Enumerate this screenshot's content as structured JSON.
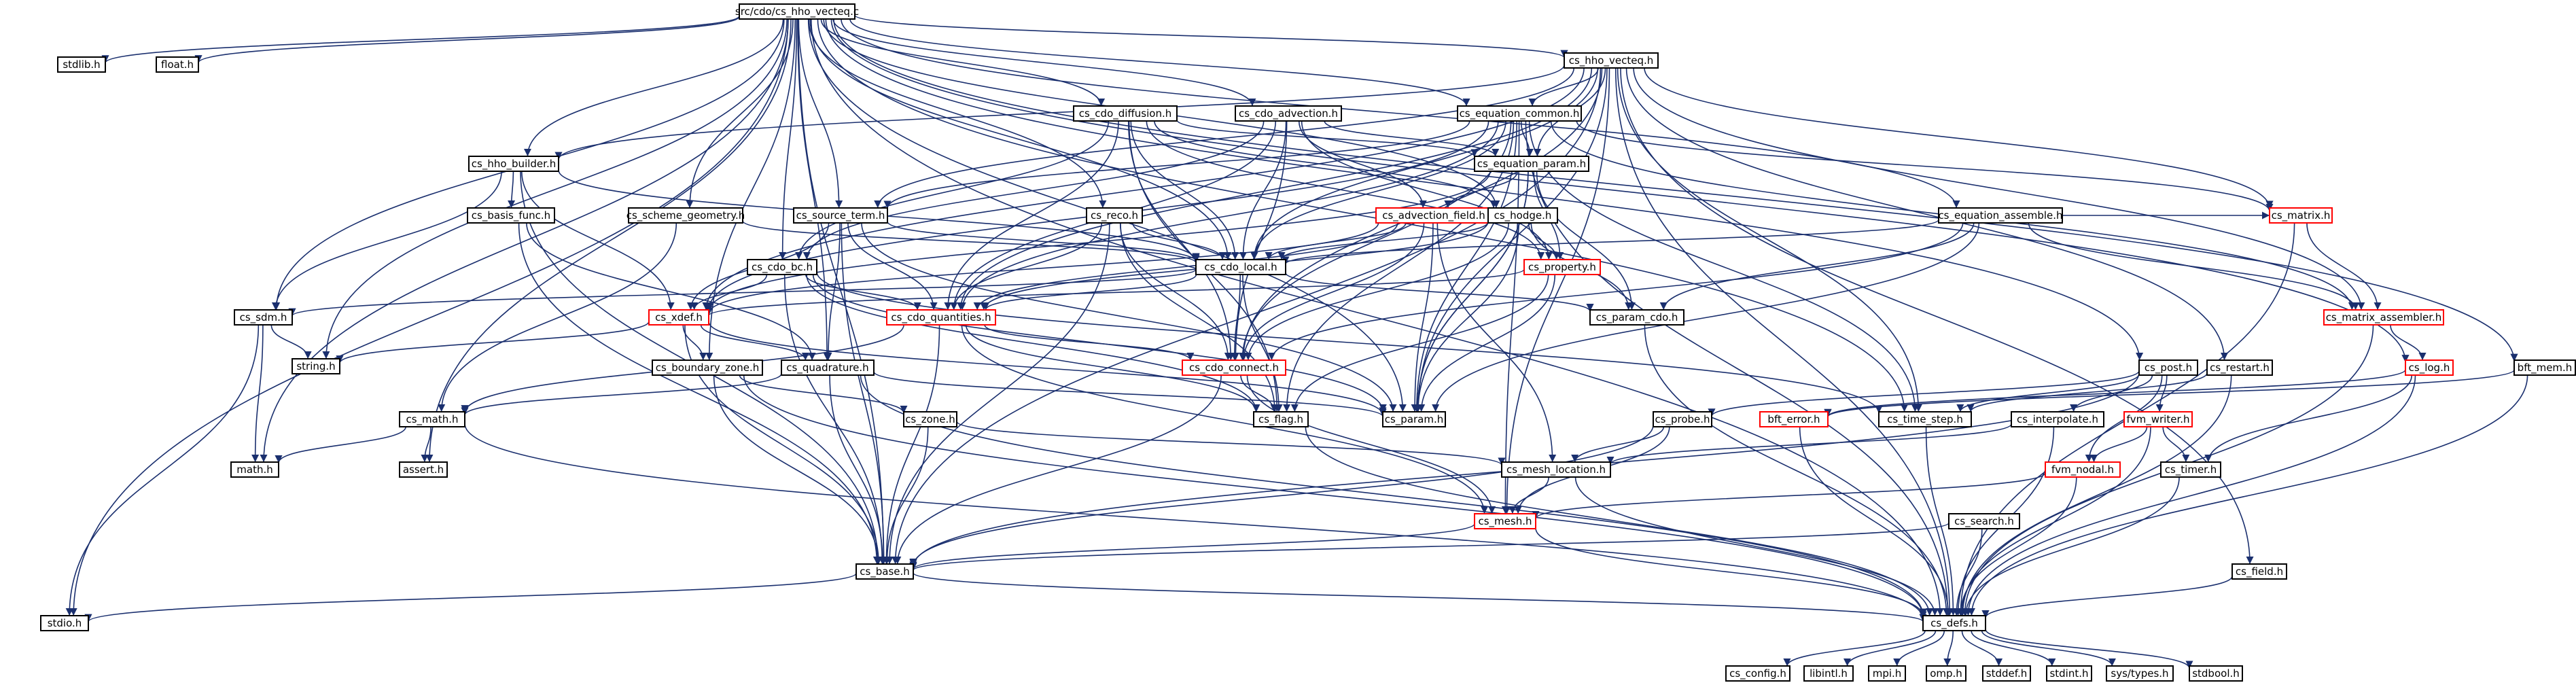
{
  "colors": {
    "edge": "#1a2f6e",
    "node_border_normal": "#000000",
    "node_border_truncated": "#ff0000",
    "root_fill": "#bfbfbf",
    "text": "#000000",
    "background": "#ffffff"
  },
  "nodes": {
    "root": {
      "label": "src/cdo/cs_hho_vecteq.c"
    },
    "stdlib": {
      "label": "stdlib.h"
    },
    "float": {
      "label": "float.h"
    },
    "hho_vecteq_h": {
      "label": "cs_hho_vecteq.h"
    },
    "cdo_diffusion": {
      "label": "cs_cdo_diffusion.h"
    },
    "cdo_advection": {
      "label": "cs_cdo_advection.h"
    },
    "equation_common": {
      "label": "cs_equation_common.h"
    },
    "hho_builder": {
      "label": "cs_hho_builder.h"
    },
    "equation_param": {
      "label": "cs_equation_param.h"
    },
    "basis_func": {
      "label": "cs_basis_func.h"
    },
    "scheme_geometry": {
      "label": "cs_scheme_geometry.h"
    },
    "source_term": {
      "label": "cs_source_term.h"
    },
    "reco": {
      "label": "cs_reco.h"
    },
    "advection_field": {
      "label": "cs_advection_field.h"
    },
    "hodge": {
      "label": "cs_hodge.h"
    },
    "equation_assemble": {
      "label": "cs_equation_assemble.h"
    },
    "cdo_bc": {
      "label": "cs_cdo_bc.h"
    },
    "cdo_local": {
      "label": "cs_cdo_local.h"
    },
    "property": {
      "label": "cs_property.h"
    },
    "matrix": {
      "label": "cs_matrix.h"
    },
    "sdm": {
      "label": "cs_sdm.h"
    },
    "xdef": {
      "label": "cs_xdef.h"
    },
    "cdo_quantities": {
      "label": "cs_cdo_quantities.h"
    },
    "param_cdo": {
      "label": "cs_param_cdo.h"
    },
    "matrix_assembler": {
      "label": "cs_matrix_assembler.h"
    },
    "string": {
      "label": "string.h"
    },
    "boundary_zone": {
      "label": "cs_boundary_zone.h"
    },
    "quadrature": {
      "label": "cs_quadrature.h"
    },
    "cdo_connect": {
      "label": "cs_cdo_connect.h"
    },
    "post": {
      "label": "cs_post.h"
    },
    "restart": {
      "label": "cs_restart.h"
    },
    "log": {
      "label": "cs_log.h"
    },
    "bft_mem": {
      "label": "bft_mem.h"
    },
    "math": {
      "label": "cs_math.h"
    },
    "zone": {
      "label": "cs_zone.h"
    },
    "flag": {
      "label": "cs_flag.h"
    },
    "param": {
      "label": "cs_param.h"
    },
    "probe": {
      "label": "cs_probe.h"
    },
    "bft_error": {
      "label": "bft_error.h"
    },
    "time_step": {
      "label": "cs_time_step.h"
    },
    "interpolate": {
      "label": "cs_interpolate.h"
    },
    "fvm_writer": {
      "label": "fvm_writer.h"
    },
    "assert": {
      "label": "assert.h"
    },
    "math_h": {
      "label": "math.h"
    },
    "mesh_location": {
      "label": "cs_mesh_location.h"
    },
    "fvm_nodal": {
      "label": "fvm_nodal.h"
    },
    "timer": {
      "label": "cs_timer.h"
    },
    "mesh": {
      "label": "cs_mesh.h"
    },
    "search": {
      "label": "cs_search.h"
    },
    "base": {
      "label": "cs_base.h"
    },
    "field": {
      "label": "cs_field.h"
    },
    "stdio": {
      "label": "stdio.h"
    },
    "defs": {
      "label": "cs_defs.h"
    },
    "config": {
      "label": "cs_config.h"
    },
    "libintl": {
      "label": "libintl.h"
    },
    "mpi": {
      "label": "mpi.h"
    },
    "omp": {
      "label": "omp.h"
    },
    "stddef": {
      "label": "stddef.h"
    },
    "stdint": {
      "label": "stdint.h"
    },
    "systypes": {
      "label": "sys/types.h"
    },
    "stdbool": {
      "label": "stdbool.h"
    }
  },
  "edges": [
    [
      "root",
      "stdlib"
    ],
    [
      "root",
      "float"
    ],
    [
      "root",
      "hho_vecteq_h"
    ],
    [
      "root",
      "cdo_diffusion"
    ],
    [
      "root",
      "cdo_advection"
    ],
    [
      "root",
      "equation_common"
    ],
    [
      "root",
      "hho_builder"
    ],
    [
      "root",
      "scheme_geometry"
    ],
    [
      "root",
      "source_term"
    ],
    [
      "root",
      "reco"
    ],
    [
      "root",
      "hodge"
    ],
    [
      "root",
      "equation_assemble"
    ],
    [
      "root",
      "cdo_bc"
    ],
    [
      "root",
      "sdm"
    ],
    [
      "root",
      "string"
    ],
    [
      "root",
      "quadrature"
    ],
    [
      "root",
      "boundary_zone"
    ],
    [
      "root",
      "post"
    ],
    [
      "root",
      "log"
    ],
    [
      "root",
      "bft_mem"
    ],
    [
      "root",
      "math_h"
    ],
    [
      "root",
      "assert"
    ],
    [
      "root",
      "base"
    ],
    [
      "root",
      "stdio"
    ],
    [
      "root",
      "defs"
    ],
    [
      "root",
      "param"
    ],
    [
      "root",
      "time_step"
    ],
    [
      "root",
      "cdo_local"
    ],
    [
      "hho_vecteq_h",
      "equation_common"
    ],
    [
      "hho_vecteq_h",
      "equation_param"
    ],
    [
      "hho_vecteq_h",
      "hho_builder"
    ],
    [
      "hho_vecteq_h",
      "source_term"
    ],
    [
      "hho_vecteq_h",
      "cdo_local"
    ],
    [
      "hho_vecteq_h",
      "cdo_quantities"
    ],
    [
      "hho_vecteq_h",
      "cdo_connect"
    ],
    [
      "hho_vecteq_h",
      "matrix"
    ],
    [
      "hho_vecteq_h",
      "matrix_assembler"
    ],
    [
      "hho_vecteq_h",
      "restart"
    ],
    [
      "hho_vecteq_h",
      "field"
    ],
    [
      "hho_vecteq_h",
      "time_step"
    ],
    [
      "hho_vecteq_h",
      "param"
    ],
    [
      "hho_vecteq_h",
      "base"
    ],
    [
      "hho_vecteq_h",
      "mesh"
    ],
    [
      "hho_vecteq_h",
      "defs"
    ],
    [
      "hho_vecteq_h",
      "xdef"
    ],
    [
      "cdo_diffusion",
      "equation_param"
    ],
    [
      "cdo_diffusion",
      "cdo_bc"
    ],
    [
      "cdo_diffusion",
      "cdo_local"
    ],
    [
      "cdo_diffusion",
      "cdo_quantities"
    ],
    [
      "cdo_diffusion",
      "cdo_connect"
    ],
    [
      "cdo_diffusion",
      "hodge"
    ],
    [
      "cdo_diffusion",
      "property"
    ],
    [
      "cdo_diffusion",
      "flag"
    ],
    [
      "cdo_advection",
      "equation_param"
    ],
    [
      "cdo_advection",
      "advection_field"
    ],
    [
      "cdo_advection",
      "cdo_bc"
    ],
    [
      "cdo_advection",
      "cdo_local"
    ],
    [
      "cdo_advection",
      "cdo_quantities"
    ],
    [
      "cdo_advection",
      "cdo_connect"
    ],
    [
      "cdo_advection",
      "property"
    ],
    [
      "equation_common",
      "equation_param"
    ],
    [
      "equation_common",
      "cdo_local"
    ],
    [
      "equation_common",
      "cdo_quantities"
    ],
    [
      "equation_common",
      "cdo_connect"
    ],
    [
      "equation_common",
      "matrix"
    ],
    [
      "equation_common",
      "matrix_assembler"
    ],
    [
      "equation_common",
      "param"
    ],
    [
      "equation_common",
      "time_step"
    ],
    [
      "equation_common",
      "mesh"
    ],
    [
      "equation_common",
      "source_term"
    ],
    [
      "equation_common",
      "flag"
    ],
    [
      "equation_common",
      "xdef"
    ],
    [
      "equation_common",
      "defs"
    ],
    [
      "hho_builder",
      "basis_func"
    ],
    [
      "hho_builder",
      "sdm"
    ],
    [
      "hho_builder",
      "xdef"
    ],
    [
      "hho_builder",
      "cdo_local"
    ],
    [
      "hho_builder",
      "base"
    ],
    [
      "equation_param",
      "advection_field"
    ],
    [
      "equation_param",
      "property"
    ],
    [
      "equation_param",
      "param"
    ],
    [
      "equation_param",
      "param_cdo"
    ],
    [
      "equation_param",
      "xdef"
    ],
    [
      "equation_param",
      "param"
    ],
    [
      "basis_func",
      "quadrature"
    ],
    [
      "basis_func",
      "base"
    ],
    [
      "scheme_geometry",
      "cdo_local"
    ],
    [
      "scheme_geometry",
      "math"
    ],
    [
      "source_term",
      "cdo_local"
    ],
    [
      "source_term",
      "cdo_quantities"
    ],
    [
      "source_term",
      "quadrature"
    ],
    [
      "source_term",
      "xdef"
    ],
    [
      "source_term",
      "param"
    ],
    [
      "source_term",
      "base"
    ],
    [
      "reco",
      "cdo_local"
    ],
    [
      "reco",
      "cdo_quantities"
    ],
    [
      "reco",
      "cdo_connect"
    ],
    [
      "reco",
      "flag"
    ],
    [
      "reco",
      "base"
    ],
    [
      "advection_field",
      "cdo_quantities"
    ],
    [
      "advection_field",
      "cdo_connect"
    ],
    [
      "advection_field",
      "mesh_location"
    ],
    [
      "advection_field",
      "param"
    ],
    [
      "advection_field",
      "xdef"
    ],
    [
      "advection_field",
      "cdo_local"
    ],
    [
      "hodge",
      "cdo_local"
    ],
    [
      "hodge",
      "cdo_quantities"
    ],
    [
      "hodge",
      "cdo_connect"
    ],
    [
      "hodge",
      "property"
    ],
    [
      "hodge",
      "param"
    ],
    [
      "hodge",
      "param_cdo"
    ],
    [
      "equation_assemble",
      "matrix"
    ],
    [
      "equation_assemble",
      "matrix_assembler"
    ],
    [
      "equation_assemble",
      "cdo_local"
    ],
    [
      "equation_assemble",
      "cdo_connect"
    ],
    [
      "equation_assemble",
      "param_cdo"
    ],
    [
      "equation_assemble",
      "param"
    ],
    [
      "cdo_bc",
      "cdo_quantities"
    ],
    [
      "cdo_bc",
      "param"
    ],
    [
      "cdo_bc",
      "xdef"
    ],
    [
      "cdo_bc",
      "time_step"
    ],
    [
      "cdo_bc",
      "base"
    ],
    [
      "cdo_bc",
      "flag"
    ],
    [
      "cdo_local",
      "cdo_quantities"
    ],
    [
      "cdo_local",
      "cdo_connect"
    ],
    [
      "cdo_local",
      "flag"
    ],
    [
      "cdo_local",
      "param_cdo"
    ],
    [
      "cdo_local",
      "sdm"
    ],
    [
      "property",
      "param"
    ],
    [
      "property",
      "xdef"
    ],
    [
      "property",
      "flag"
    ],
    [
      "matrix",
      "matrix_assembler"
    ],
    [
      "matrix",
      "defs"
    ],
    [
      "sdm",
      "string"
    ],
    [
      "sdm",
      "math_h"
    ],
    [
      "sdm",
      "stdio"
    ],
    [
      "xdef",
      "boundary_zone"
    ],
    [
      "xdef",
      "quadrature"
    ],
    [
      "xdef",
      "param"
    ],
    [
      "xdef",
      "base"
    ],
    [
      "xdef",
      "string"
    ],
    [
      "cdo_quantities",
      "cdo_connect"
    ],
    [
      "cdo_quantities",
      "flag"
    ],
    [
      "cdo_quantities",
      "base"
    ],
    [
      "cdo_quantities",
      "mesh"
    ],
    [
      "cdo_quantities",
      "math"
    ],
    [
      "param_cdo",
      "defs"
    ],
    [
      "matrix_assembler",
      "log"
    ],
    [
      "matrix_assembler",
      "defs"
    ],
    [
      "boundary_zone",
      "zone"
    ],
    [
      "boundary_zone",
      "base"
    ],
    [
      "boundary_zone",
      "defs"
    ],
    [
      "quadrature",
      "math"
    ],
    [
      "quadrature",
      "base"
    ],
    [
      "quadrature",
      "defs"
    ],
    [
      "quadrature",
      "param"
    ],
    [
      "cdo_connect",
      "flag"
    ],
    [
      "cdo_connect",
      "mesh"
    ],
    [
      "cdo_connect",
      "base"
    ],
    [
      "post",
      "probe"
    ],
    [
      "post",
      "interpolate"
    ],
    [
      "post",
      "fvm_writer"
    ],
    [
      "post",
      "fvm_nodal"
    ],
    [
      "post",
      "time_step"
    ],
    [
      "post",
      "base"
    ],
    [
      "restart",
      "time_step"
    ],
    [
      "restart",
      "defs"
    ],
    [
      "log",
      "timer"
    ],
    [
      "log",
      "defs"
    ],
    [
      "log",
      "bft_error"
    ],
    [
      "bft_mem",
      "bft_error"
    ],
    [
      "bft_mem",
      "defs"
    ],
    [
      "math",
      "math_h"
    ],
    [
      "math",
      "assert"
    ],
    [
      "math",
      "defs"
    ],
    [
      "zone",
      "mesh_location"
    ],
    [
      "zone",
      "base"
    ],
    [
      "flag",
      "defs"
    ],
    [
      "probe",
      "mesh_location"
    ],
    [
      "probe",
      "mesh"
    ],
    [
      "probe",
      "base"
    ],
    [
      "bft_error",
      "defs"
    ],
    [
      "time_step",
      "defs"
    ],
    [
      "interpolate",
      "mesh_location"
    ],
    [
      "interpolate",
      "defs"
    ],
    [
      "fvm_writer",
      "fvm_nodal"
    ],
    [
      "fvm_writer",
      "timer"
    ],
    [
      "fvm_writer",
      "defs"
    ],
    [
      "mesh_location",
      "mesh"
    ],
    [
      "mesh_location",
      "defs"
    ],
    [
      "fvm_nodal",
      "mesh"
    ],
    [
      "fvm_nodal",
      "defs"
    ],
    [
      "timer",
      "defs"
    ],
    [
      "mesh",
      "base"
    ],
    [
      "mesh",
      "defs"
    ],
    [
      "search",
      "base"
    ],
    [
      "search",
      "defs"
    ],
    [
      "base",
      "stdio"
    ],
    [
      "base",
      "defs"
    ],
    [
      "field",
      "defs"
    ],
    [
      "defs",
      "config"
    ],
    [
      "defs",
      "libintl"
    ],
    [
      "defs",
      "mpi"
    ],
    [
      "defs",
      "omp"
    ],
    [
      "defs",
      "stddef"
    ],
    [
      "defs",
      "stdint"
    ],
    [
      "defs",
      "systypes"
    ],
    [
      "defs",
      "stdbool"
    ]
  ]
}
